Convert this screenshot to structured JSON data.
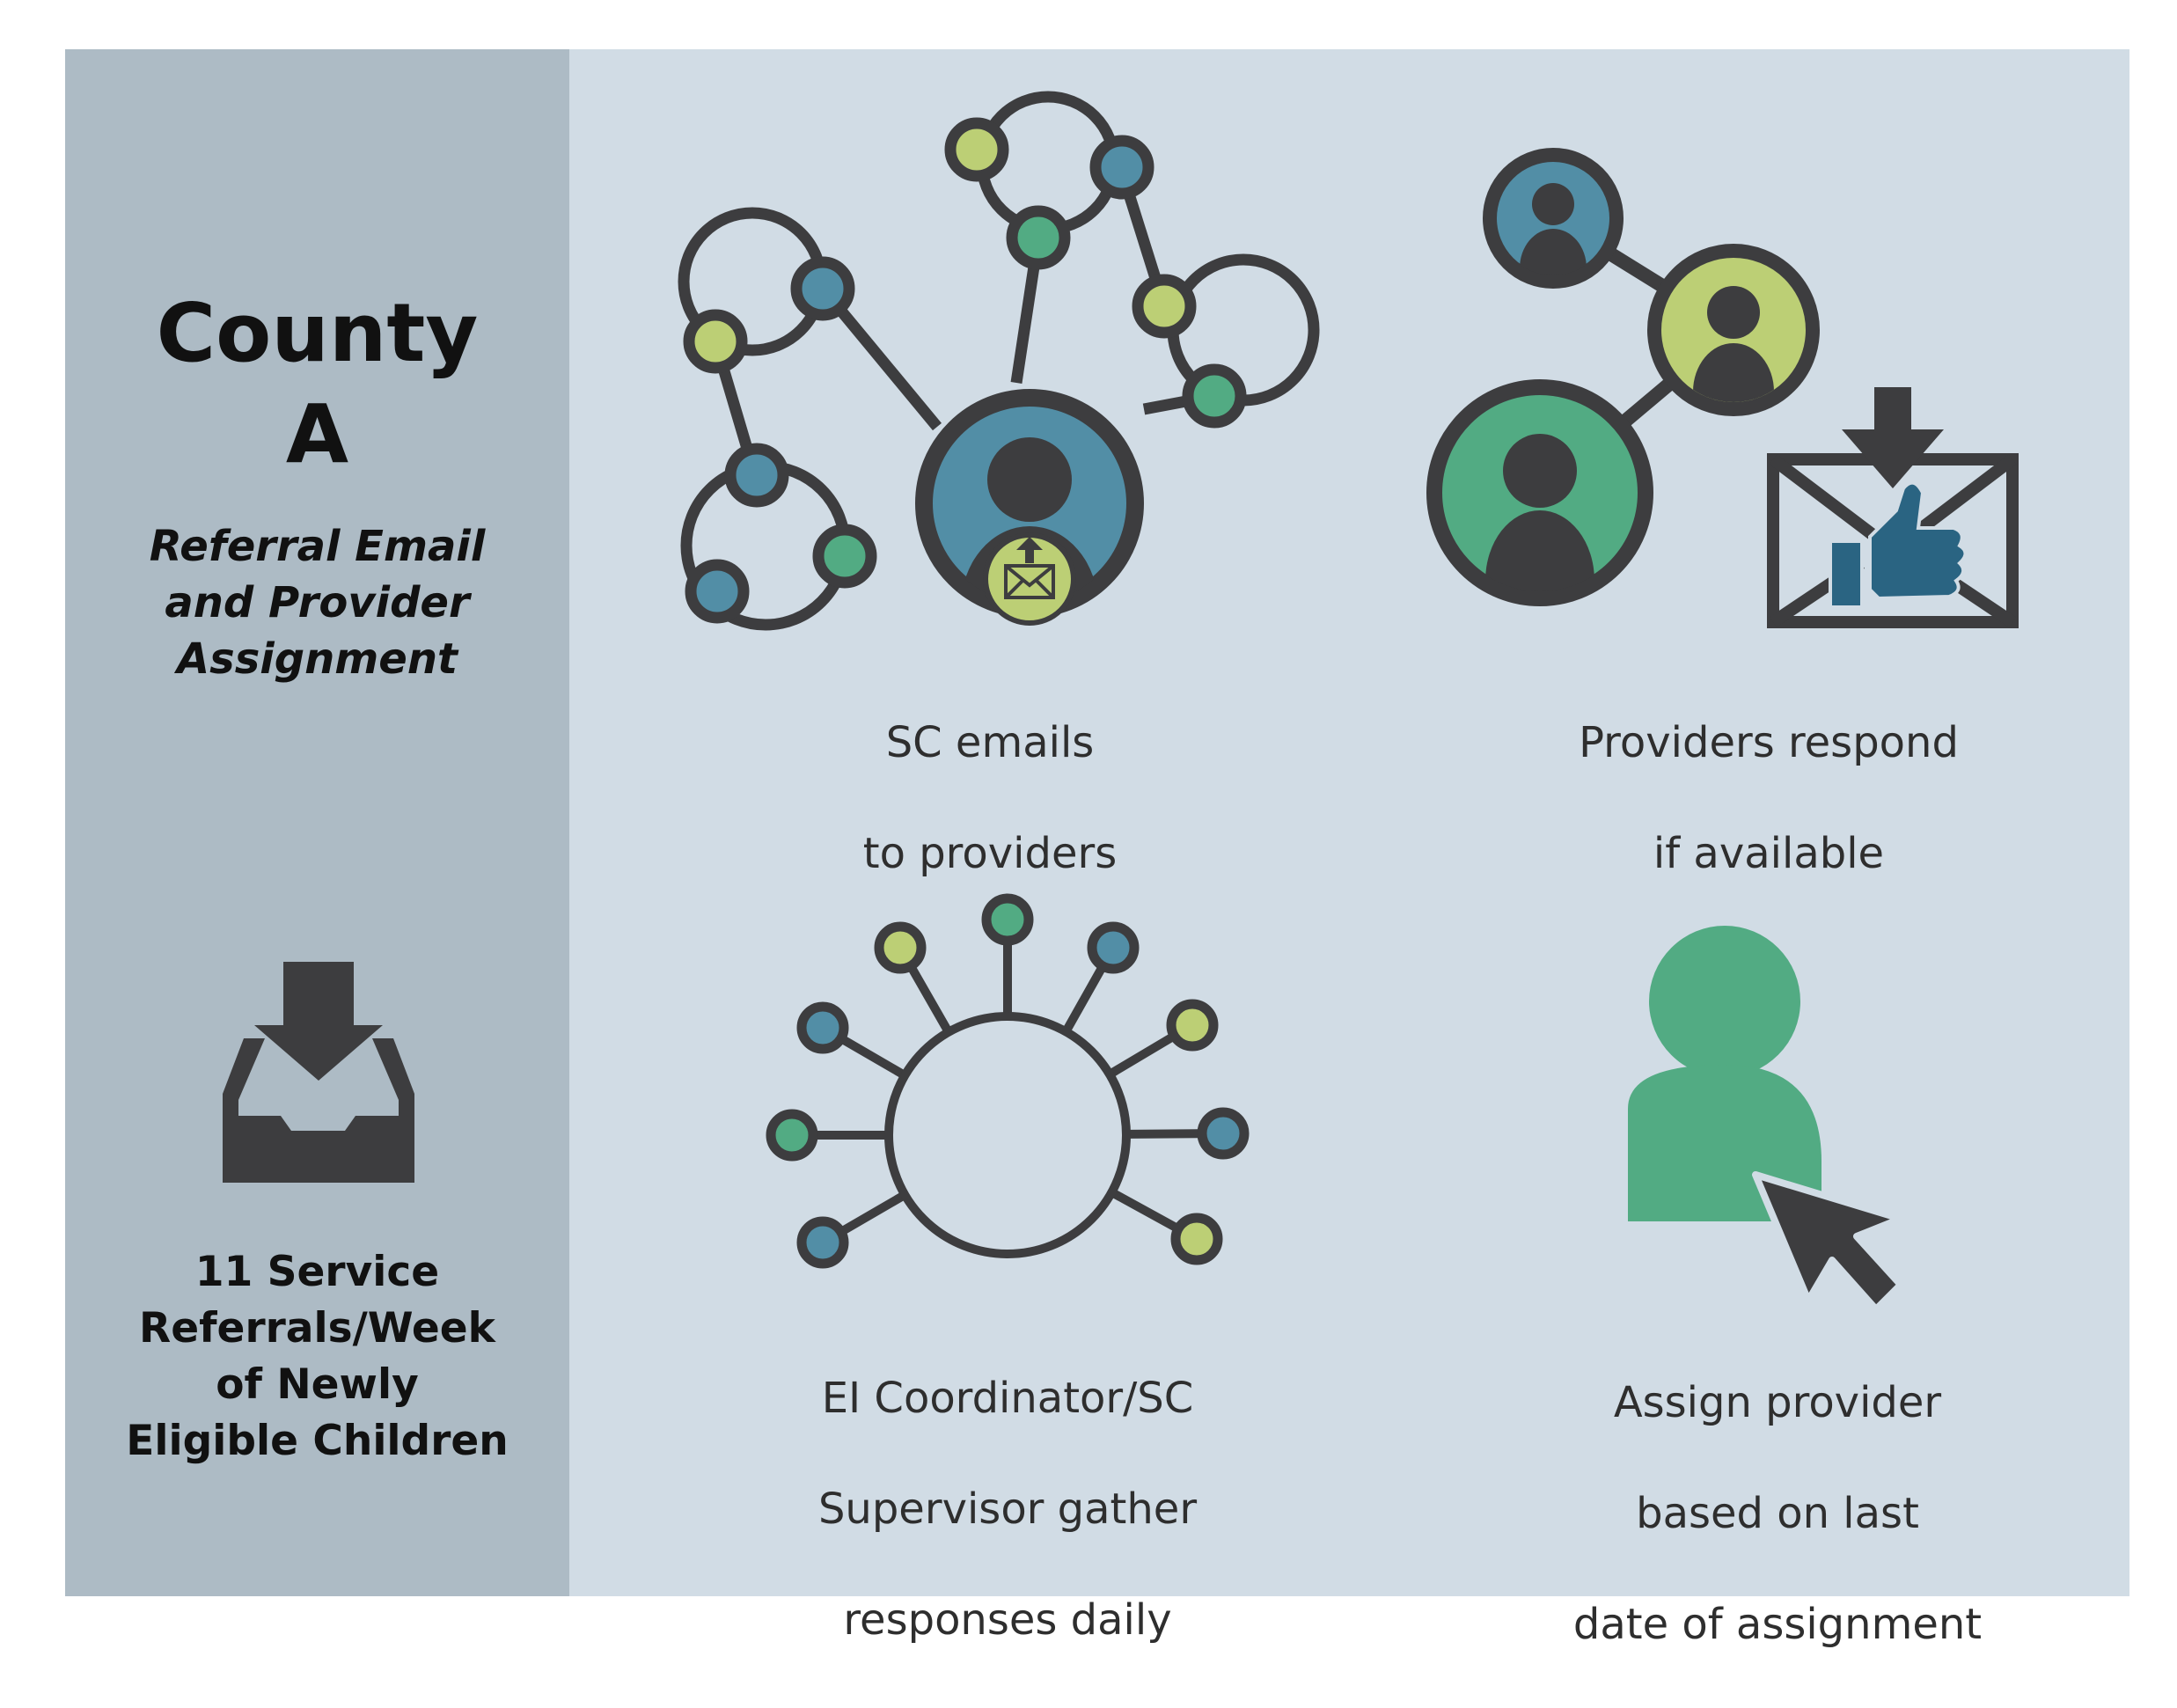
{
  "sidebar": {
    "title_line1": "County",
    "title_line2": "A",
    "subtitle_line1": "Referral Email",
    "subtitle_line2": "and Provider",
    "subtitle_line3": "Assignment",
    "stat_line1": "11 Service",
    "stat_line2": "Referrals/Week",
    "stat_line3": "of Newly",
    "stat_line4": "Eligible Children"
  },
  "steps": [
    {
      "line1": "SC emails",
      "line2": "to providers",
      "icon": "network-email-icon"
    },
    {
      "line1": "Providers respond",
      "line2": "if available",
      "icon": "providers-thumbs-up-icon"
    },
    {
      "line1": "EI Coordinator/SC",
      "line2": "Supervisor gather",
      "line3": "responses daily",
      "icon": "hub-icon"
    },
    {
      "line1": "Assign provider",
      "line2": "based on last",
      "line3": "date of assignment",
      "icon": "person-cursor-icon"
    }
  ],
  "colors": {
    "panel": "#d1dce5",
    "sidebar": "#adbbc5",
    "outline": "#3d3d3f",
    "teal_blue": "#528ea6",
    "lime": "#bccf75",
    "green": "#52ab83",
    "thumb": "#2a6482"
  }
}
